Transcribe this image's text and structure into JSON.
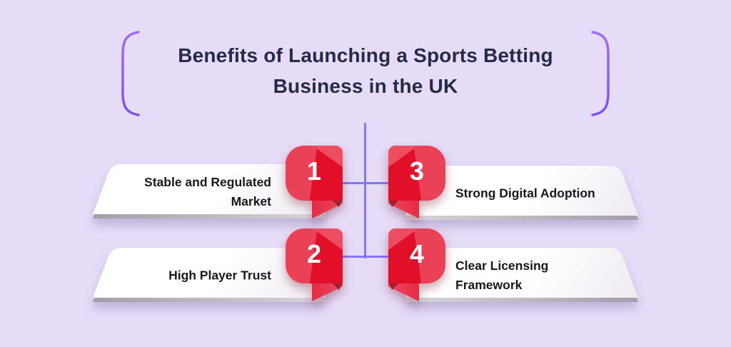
{
  "header": {
    "title_line1": "Benefits of Launching a Sports Betting",
    "title_line2": "Business in the UK"
  },
  "items": [
    {
      "number": "1",
      "label": "Stable and Regulated Market",
      "side": "left"
    },
    {
      "number": "2",
      "label": "High Player Trust",
      "side": "left"
    },
    {
      "number": "3",
      "label": "Strong Digital Adoption",
      "side": "right"
    },
    {
      "number": "4",
      "label": "Clear Licensing Framework",
      "side": "right"
    }
  ],
  "colors": {
    "background": "#e6dcf8",
    "connector_purple": "#8478f0",
    "bracket_purple": "#8a5ff0",
    "badge_red": "#e20f28",
    "badge_light_red": "#eb4156",
    "title_text": "#262b46",
    "card_text": "#17191e",
    "card_depth_gray": "#a49daa"
  }
}
